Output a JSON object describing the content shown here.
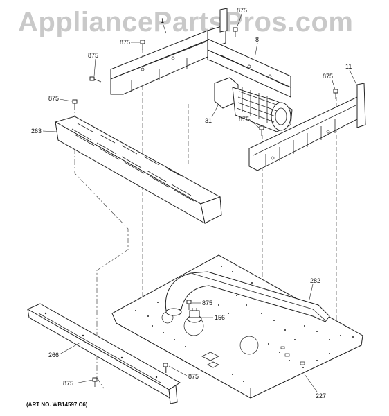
{
  "watermark": "AppliancePartsPros.com",
  "art_number": "(ART NO. WB14597 C6)",
  "callouts": [
    {
      "id": "1",
      "text": "1"
    },
    {
      "id": "875a",
      "text": "875"
    },
    {
      "id": "875b",
      "text": "875"
    },
    {
      "id": "8",
      "text": "8"
    },
    {
      "id": "875c",
      "text": "875"
    },
    {
      "id": "875d",
      "text": "875"
    },
    {
      "id": "11",
      "text": "11"
    },
    {
      "id": "875e",
      "text": "875"
    },
    {
      "id": "263",
      "text": "263"
    },
    {
      "id": "31",
      "text": "31"
    },
    {
      "id": "875f",
      "text": "875"
    },
    {
      "id": "282",
      "text": "282"
    },
    {
      "id": "875g",
      "text": "875"
    },
    {
      "id": "156",
      "text": "156"
    },
    {
      "id": "266",
      "text": "266"
    },
    {
      "id": "875h",
      "text": "875"
    },
    {
      "id": "875i",
      "text": "875"
    },
    {
      "id": "227",
      "text": "227"
    }
  ]
}
